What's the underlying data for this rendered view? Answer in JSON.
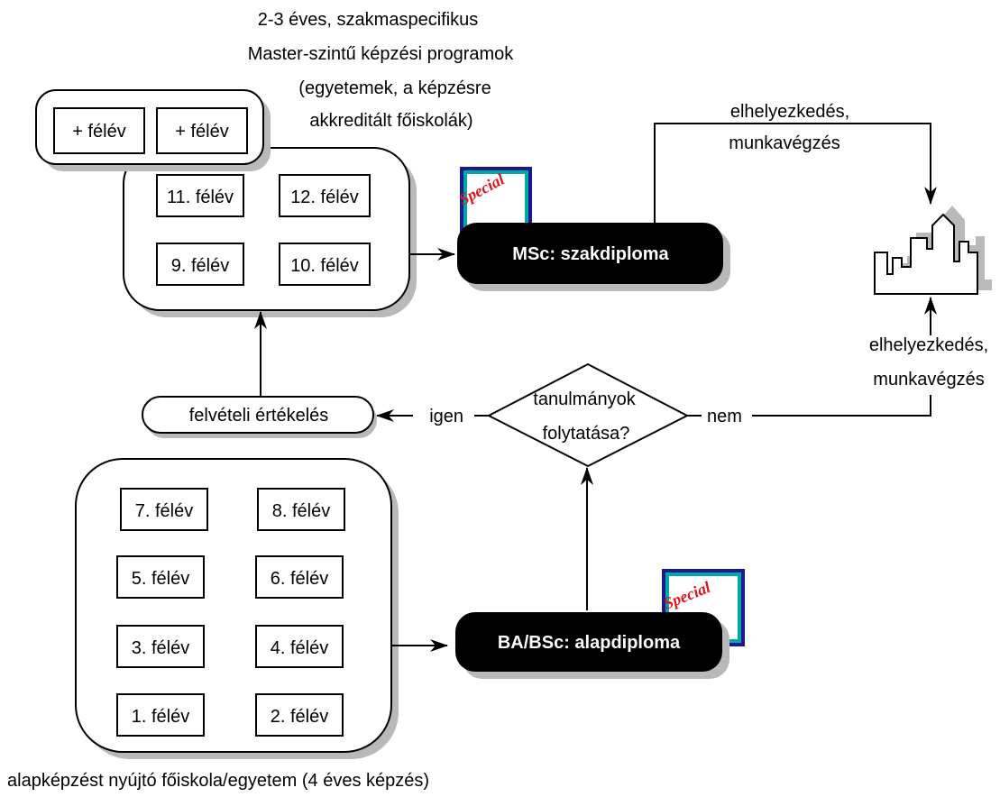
{
  "master": {
    "title_lines": [
      "2-3 éves, szakmaspecifikus",
      "Master-szintű képzési programok",
      "(egyetemek, a képzésre",
      "akkreditált főiskolák)"
    ],
    "extra_semesters": [
      "+ félév",
      "+ félév"
    ],
    "semesters": [
      "11. félév",
      "12. félév",
      "9. félév",
      "10. félév"
    ]
  },
  "msc_label": "MSc:  szakdiploma",
  "bsc_label": "BA/BSc:  alapdiploma",
  "special_label": "Special",
  "employment_lines": [
    "elhelyezkedés,",
    "munkavégzés"
  ],
  "decision": {
    "question_lines": [
      "tanulmányok",
      "folytatása?"
    ],
    "yes": "igen",
    "no": "nem"
  },
  "admission": "felvételi értékelés",
  "bachelor": {
    "semesters": [
      "7. félév",
      "8. félév",
      "5. félév",
      "6. félév",
      "3. félév",
      "4. félév",
      "1. félév",
      "2. félév"
    ],
    "caption": "alapképzést nyújtó főiskola/egyetem (4 éves képzés)"
  },
  "icons": {
    "diploma": "diploma-certificate-icon",
    "workplace": "city-buildings-icon"
  },
  "colors": {
    "pill": "#000000",
    "shadow": "#b9b9b9",
    "special_text": "#e0141c",
    "cert_frame": "#1a1a8c",
    "cert_inner": "#00a8a8"
  }
}
